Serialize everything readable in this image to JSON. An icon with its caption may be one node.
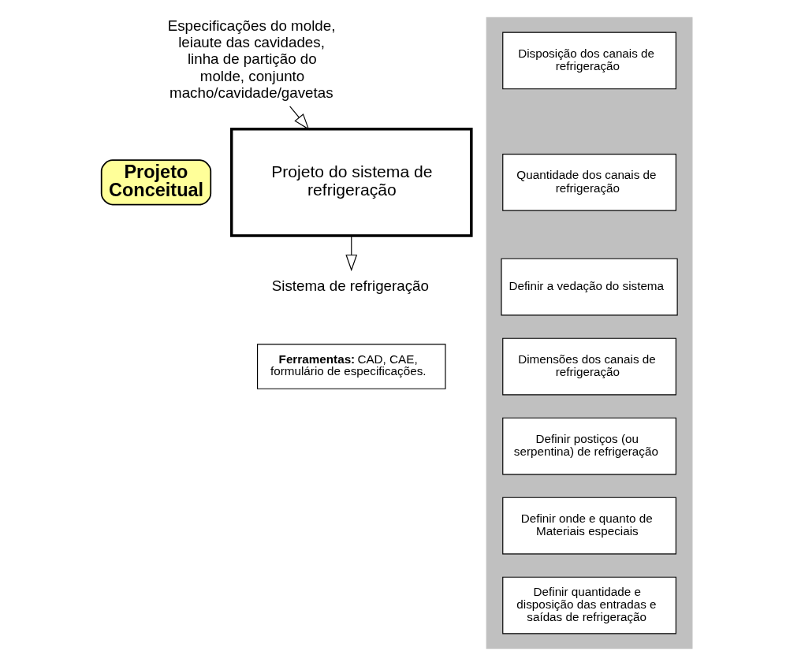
{
  "diagram": {
    "nodes": [
      {
        "text": [
          "Projeto Conceitual"
        ]
      },
      {
        "text": [
          "Projeto do sistema de refrigeração"
        ]
      },
      {
        "text": [
          "Especificações do molde, leiaute das cavidades, linha de partição do molde, conjunto macho/cavidade/gavetas"
        ]
      },
      {
        "text": [
          "Sistema de refrigeração"
        ]
      },
      {
        "text": [],
        "shape": "band"
      },
      {
        "text": [
          "Disposição dos canais de refrigeração"
        ],
        "in": 4
      },
      {
        "text": [
          "Quantidade dos canais de refrigeração"
        ],
        "in": 4
      },
      {
        "text": [
          "Definir a vedação do sistema"
        ],
        "in": 4
      },
      {
        "text": [
          "Dimensões dos canais de refrigeração"
        ],
        "in": 4
      },
      {
        "text": [
          "Definir postiços (ou serpentina) de refrigeração"
        ],
        "in": 4
      },
      {
        "text": [
          "Definir onde e quanto de Materiais especiais"
        ],
        "in": 4
      },
      {
        "text": [
          "Definir quantidade e disposição das entradas e saídas de refrigeração"
        ],
        "in": 4
      },
      {
        "text": [
          "**Ferramentas:** CAD, CAE, formulário de especificações."
        ]
      }
    ],
    "edges": [
      {
        "from": 2,
        "to": 1,
        "arrow": "to"
      },
      {
        "from": 1,
        "to": 3,
        "arrow": "to"
      }
    ]
  }
}
